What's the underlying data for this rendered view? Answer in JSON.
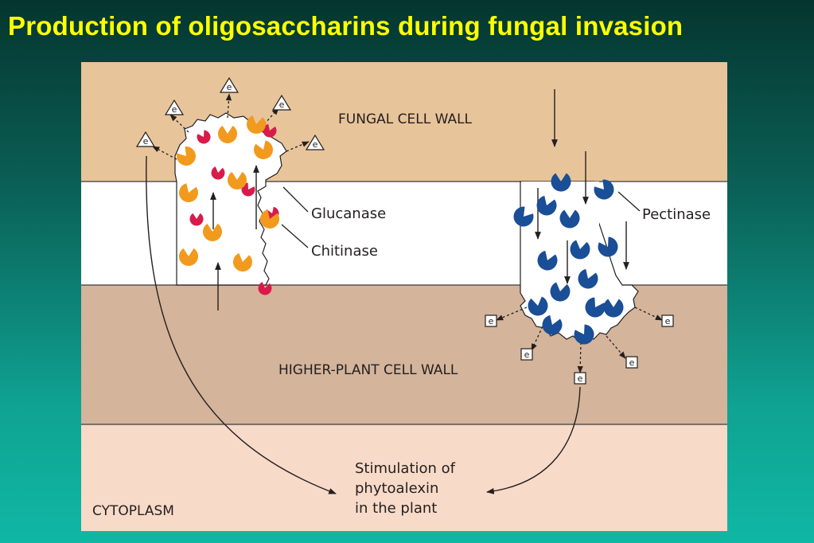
{
  "slide": {
    "title": "Production of oligosaccharins during fungal invasion"
  },
  "diagram": {
    "layers": {
      "fungal_wall": "FUNGAL CELL WALL",
      "plant_wall": "HIGHER-PLANT CELL WALL",
      "cytoplasm": "CYTOPLASM"
    },
    "enzymes": {
      "glucanase": "Glucanase",
      "chitinase": "Chitinase",
      "pectinase": "Pectinase"
    },
    "elicitor_symbol": "e",
    "outcome_lines": [
      "Stimulation of",
      "phytoalexin",
      "in the plant"
    ],
    "colors": {
      "title_text": "#ffff00",
      "fungal_wall_band": "#e8c49a",
      "plant_wall_band": "#d4b49a",
      "cytoplasm_band": "#f8dac8",
      "glucanase_enzyme": "#d81b4b",
      "chitinase_enzyme": "#f29a1d",
      "pectinase_enzyme": "#1a4e96"
    }
  }
}
